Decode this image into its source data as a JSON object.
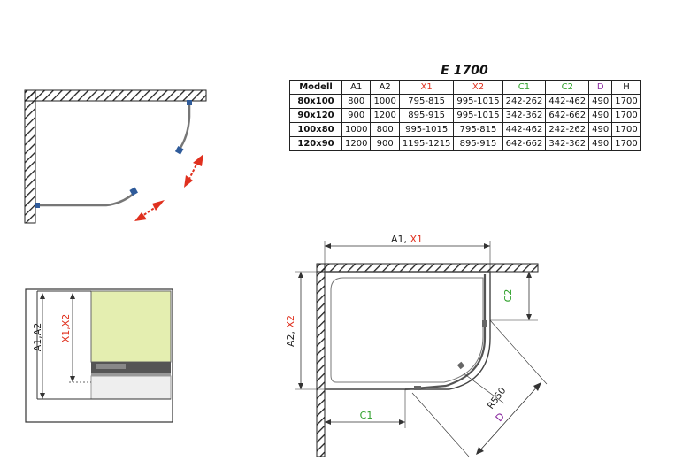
{
  "title": "E 1700",
  "table": {
    "headers": [
      {
        "label": "Modell",
        "color": "#111111"
      },
      {
        "label": "A1",
        "color": "#111111"
      },
      {
        "label": "A2",
        "color": "#111111"
      },
      {
        "label": "X1",
        "color": "#e0301e"
      },
      {
        "label": "X2",
        "color": "#e0301e"
      },
      {
        "label": "C1",
        "color": "#2ea02a"
      },
      {
        "label": "C2",
        "color": "#2ea02a"
      },
      {
        "label": "D",
        "color": "#8a2aa0"
      },
      {
        "label": "H",
        "color": "#111111"
      }
    ],
    "rows": [
      [
        "80x100",
        "800",
        "1000",
        "795-815",
        "995-1015",
        "242-262",
        "442-462",
        "490",
        "1700"
      ],
      [
        "90x120",
        "900",
        "1200",
        "895-915",
        "995-1015",
        "342-362",
        "642-662",
        "490",
        "1700"
      ],
      [
        "100x80",
        "1000",
        "800",
        "995-1015",
        "795-815",
        "442-462",
        "242-262",
        "490",
        "1700"
      ],
      [
        "120x90",
        "1200",
        "900",
        "1195-1215",
        "895-915",
        "642-662",
        "342-362",
        "490",
        "1700"
      ]
    ]
  },
  "side_view": {
    "label_a": "A1,A2",
    "label_x": "X1,X2"
  },
  "main_drawing": {
    "top_dim": {
      "part1": "A1, ",
      "part2": "X1"
    },
    "left_dim": {
      "part1": "A2, ",
      "part2": "X2"
    },
    "c1": "C1",
    "c2": "C2",
    "radius": "R550",
    "d": "D"
  },
  "colors": {
    "red": "#e0301e",
    "green": "#2ea02a",
    "purple": "#8a2aa0",
    "glass": "#e4eeb0",
    "frame": "#555555",
    "hinge": "#2f5b9a"
  }
}
